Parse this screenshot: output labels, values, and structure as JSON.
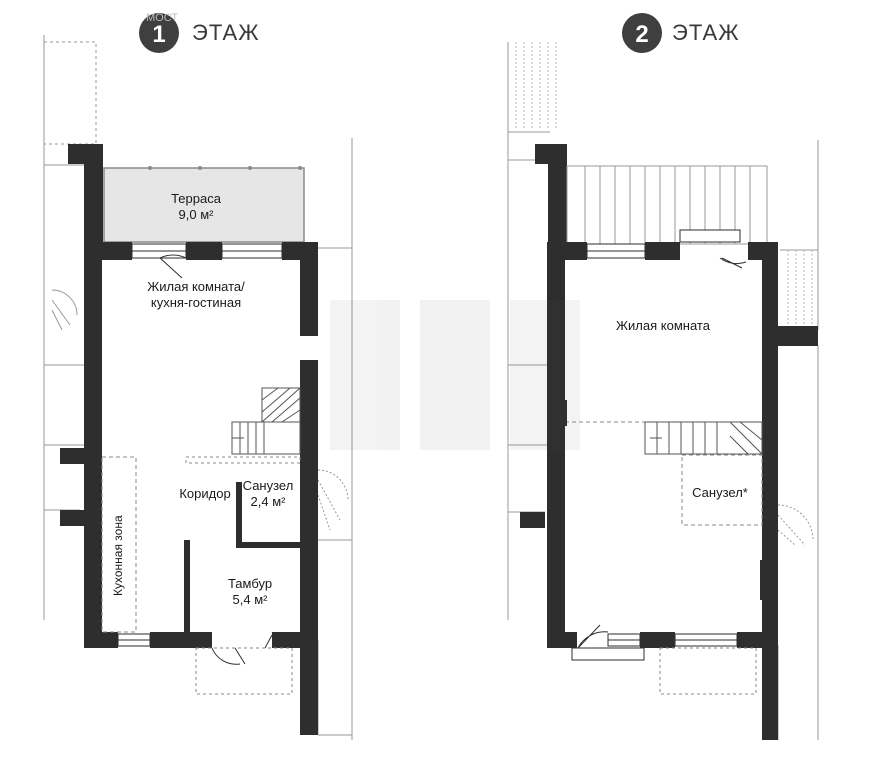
{
  "watermark_text": "МОСТ",
  "floor1": {
    "number": "1",
    "title": "ЭТАЖ",
    "terrace_name": "Терраса",
    "terrace_area": "9,0 м²",
    "living_line1": "Жилая комната/",
    "living_line2": "кухня-гостиная",
    "kitchen_zone": "Кухонная зона",
    "corridor": "Коридор",
    "bath_name": "Санузел",
    "bath_area": "2,4 м²",
    "vestibule_name": "Тамбур",
    "vestibule_area": "5,4 м²"
  },
  "floor2": {
    "number": "2",
    "title": "ЭТАЖ",
    "living": "Жилая комната",
    "bath": "Санузел*"
  },
  "colors": {
    "wall": "#2e2e2e",
    "terrace_fill": "#e6e6e6",
    "line": "#8a8a8a",
    "badge": "#3f3f3f"
  }
}
